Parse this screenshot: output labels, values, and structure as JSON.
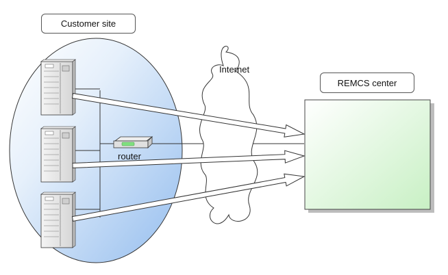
{
  "labels": {
    "customer_site": "Customer site",
    "internet": "Internet",
    "remcs_center": "REMCS center",
    "router": "router"
  },
  "colors": {
    "customer_site_gradient_top": "#ffffff",
    "customer_site_gradient_bottom": "#9cc4f0",
    "remcs_fill_top": "#ffffff",
    "remcs_fill_bottom": "#ccf2c8",
    "router_led": "#7fe07f",
    "outline": "#333333"
  },
  "icons": {
    "servers": [
      "server-icon",
      "server-icon",
      "server-icon"
    ],
    "router": "router-icon",
    "cloud": "internet-cloud"
  }
}
